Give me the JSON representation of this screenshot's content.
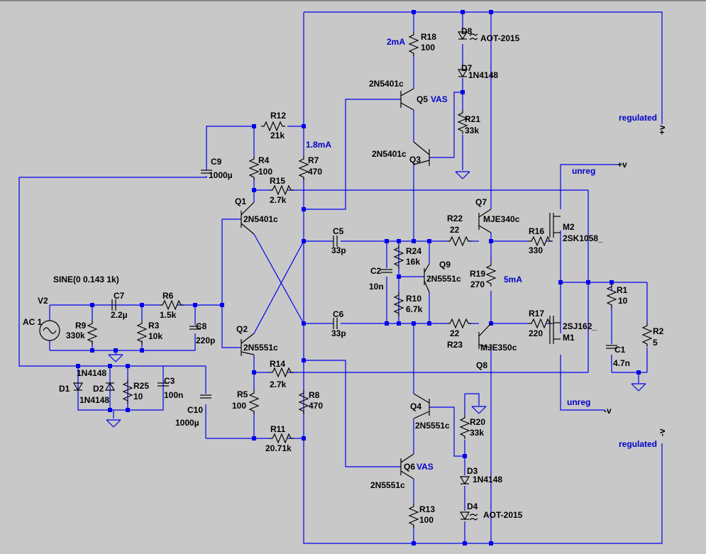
{
  "colors": {
    "background": "#c8c8c8",
    "wire": "#0000ee",
    "component": "#000000",
    "annotation": "#0000cc"
  },
  "components": {
    "R18": {
      "name": "R18",
      "value": "100"
    },
    "R21": {
      "name": "R21",
      "value": "33k"
    },
    "R12": {
      "name": "R12",
      "value": "21k"
    },
    "R4": {
      "name": "R4",
      "value": "100"
    },
    "R7": {
      "name": "R7",
      "value": "470"
    },
    "R15": {
      "name": "R15",
      "value": "2.7k"
    },
    "R22": {
      "name": "R22",
      "value": "22"
    },
    "R24": {
      "name": "R24",
      "value": "16k"
    },
    "R10": {
      "name": "R10",
      "value": "6.7k"
    },
    "R16": {
      "name": "R16",
      "value": "330"
    },
    "R19": {
      "name": "R19",
      "value": "270"
    },
    "R1": {
      "name": "R1",
      "value": "10"
    },
    "R2": {
      "name": "R2",
      "value": "5"
    },
    "R6": {
      "name": "R6",
      "value": "1.5k"
    },
    "R9": {
      "name": "R9",
      "value": "330k"
    },
    "R3": {
      "name": "R3",
      "value": "10k"
    },
    "R17": {
      "name": "R17",
      "value": "220"
    },
    "R23": {
      "name": "R23",
      "value": "22"
    },
    "R14": {
      "name": "R14",
      "value": "2.7k"
    },
    "R5": {
      "name": "R5",
      "value": "100"
    },
    "R8": {
      "name": "R8",
      "value": "470"
    },
    "R11": {
      "name": "R11",
      "value": "20.71k"
    },
    "R25": {
      "name": "R25",
      "value": "10"
    },
    "R20": {
      "name": "R20",
      "value": "33k"
    },
    "R13": {
      "name": "R13",
      "value": "100"
    },
    "C9": {
      "name": "C9",
      "value": "1000µ"
    },
    "C5": {
      "name": "C5",
      "value": "33p"
    },
    "C6": {
      "name": "C6",
      "value": "33p"
    },
    "C2": {
      "name": "C2",
      "value": "10n"
    },
    "C7": {
      "name": "C7",
      "value": "2.2µ"
    },
    "C8": {
      "name": "C8",
      "value": "220p"
    },
    "C1": {
      "name": "C1",
      "value": "4.7n"
    },
    "C3": {
      "name": "C3",
      "value": "100n"
    },
    "C10": {
      "name": "C10",
      "value": "1000µ"
    },
    "D8": {
      "name": "D8",
      "value": "AOT-2015"
    },
    "D7": {
      "name": "D7",
      "value": "1N4148"
    },
    "D1": {
      "name": "D1",
      "value": "1N4148"
    },
    "D2": {
      "name": "D2",
      "value": "1N4148"
    },
    "D3": {
      "name": "D3",
      "value": "1N4148"
    },
    "D4": {
      "name": "D4",
      "value": "AOT-2015"
    },
    "Q5": {
      "name": "Q5",
      "value": "2N5401c",
      "tag": "VAS"
    },
    "Q3": {
      "name": "Q3",
      "value": "2N5401c"
    },
    "Q1": {
      "name": "Q1",
      "value": "2N5401c"
    },
    "Q2": {
      "name": "Q2",
      "value": "2N5551c"
    },
    "Q9": {
      "name": "Q9",
      "value": "2N5551c"
    },
    "Q7": {
      "name": "Q7",
      "value": "MJE340c"
    },
    "Q8": {
      "name": "Q8",
      "value": "MJE350c"
    },
    "Q4": {
      "name": "Q4",
      "value": "2N5551c"
    },
    "Q6": {
      "name": "Q6",
      "value": "2N5551c",
      "tag": "VAS"
    },
    "M2": {
      "name": "M2",
      "value": "2SK1058_"
    },
    "M1": {
      "name": "M1",
      "value": "2SJ162_"
    },
    "V2": {
      "name": "V2",
      "value": "AC 1",
      "source": "SINE(0 0.143 1k)"
    }
  },
  "annotations": {
    "i_2mA": "2mA",
    "i_1_8mA": "1.8mA",
    "i_5mA": "5mA",
    "regulated_top": "regulated",
    "regulated_bot": "regulated",
    "unreg_top": "unreg",
    "unreg_bot": "unreg",
    "port_pv_reg": "+v",
    "port_pv_unreg": "+v",
    "port_mv_unreg": "-v",
    "port_mv_reg": "-v"
  }
}
